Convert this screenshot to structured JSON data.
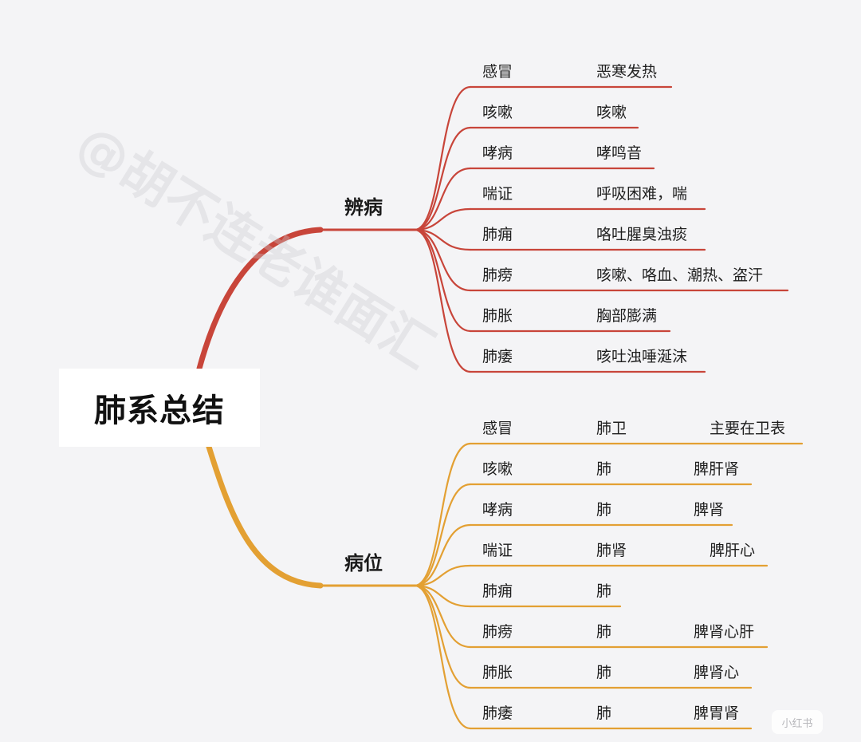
{
  "root": {
    "label": "肺系总结"
  },
  "branches": [
    {
      "label": "辨病",
      "color": "#c8453a",
      "items": [
        [
          "感冒",
          "恶寒发热"
        ],
        [
          "咳嗽",
          "咳嗽"
        ],
        [
          "哮病",
          "哮鸣音"
        ],
        [
          "喘证",
          "呼吸困难，喘"
        ],
        [
          "肺痈",
          "咯吐腥臭浊痰"
        ],
        [
          "肺痨",
          "咳嗽、咯血、潮热、盗汗"
        ],
        [
          "肺胀",
          "胸部膨满"
        ],
        [
          "肺痿",
          "咳吐浊唾涎沫"
        ]
      ]
    },
    {
      "label": "病位",
      "color": "#e3a033",
      "items": [
        [
          "感冒",
          "肺卫",
          "主要在卫表"
        ],
        [
          "咳嗽",
          "肺",
          "脾肝肾"
        ],
        [
          "哮病",
          "肺",
          "脾肾"
        ],
        [
          "喘证",
          "肺肾",
          "脾肝心"
        ],
        [
          "肺痈",
          "肺"
        ],
        [
          "肺痨",
          "肺",
          "脾肾心肝"
        ],
        [
          "肺胀",
          "肺",
          "脾肾心"
        ],
        [
          "肺痿",
          "肺",
          "脾胃肾"
        ]
      ]
    }
  ],
  "watermark": "@胡不连老谁面汇",
  "corner_logo": "小红书"
}
